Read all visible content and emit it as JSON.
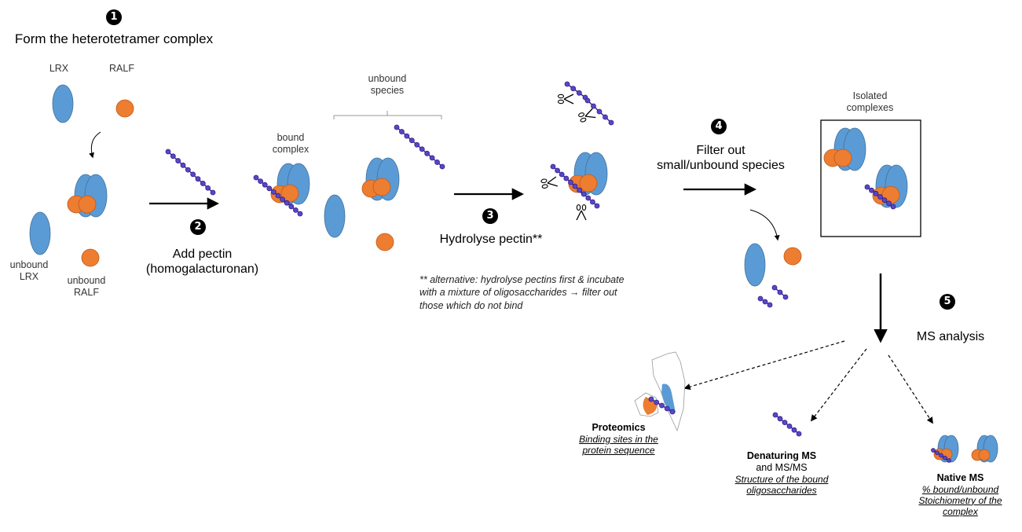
{
  "colors": {
    "lrx": "#5b9bd5",
    "lrx_stroke": "#41719c",
    "ralf": "#ed7d31",
    "ralf_stroke": "#c05a1a",
    "pectin": "#2e1f8a",
    "pectin_bead": "#5a46c8",
    "box_stroke": "#000000"
  },
  "steps": [
    {
      "number": "1",
      "label": "Form the heterotetramer complex"
    },
    {
      "number": "2",
      "label_line1": "Add pectin",
      "label_line2": "(homogalacturonan)"
    },
    {
      "number": "3",
      "label": "Hydrolyse pectin**"
    },
    {
      "number": "4",
      "label_line1": "Filter out",
      "label_line2": "small/unbound species"
    },
    {
      "number": "5",
      "label": "MS analysis"
    }
  ],
  "labels": {
    "lrx": "LRX",
    "ralf": "RALF",
    "unbound_lrx_1": "unbound",
    "unbound_lrx_2": "LRX",
    "unbound_ralf_1": "unbound",
    "unbound_ralf_2": "RALF",
    "bound_complex_1": "bound",
    "bound_complex_2": "complex",
    "unbound_species_1": "unbound",
    "unbound_species_2": "species",
    "isolated_1": "Isolated",
    "isolated_2": "complexes"
  },
  "note": {
    "line1": "** alternative: hydrolyse pectins first & incubate",
    "line2": "with a mixture of oligosaccharides → filter out",
    "line3": "those which do not bind"
  },
  "analyses": [
    {
      "title": "Proteomics",
      "desc1": "Binding sites in the",
      "desc2": "protein sequence"
    },
    {
      "title": "Denaturing MS",
      "subtitle": "and MS/MS",
      "desc1": "Structure of the bound",
      "desc2": "oligosaccharides"
    },
    {
      "title": "Native MS",
      "desc1": "% bound/unbound",
      "desc2": "Stoichiometry of the",
      "desc3": "complex"
    }
  ]
}
